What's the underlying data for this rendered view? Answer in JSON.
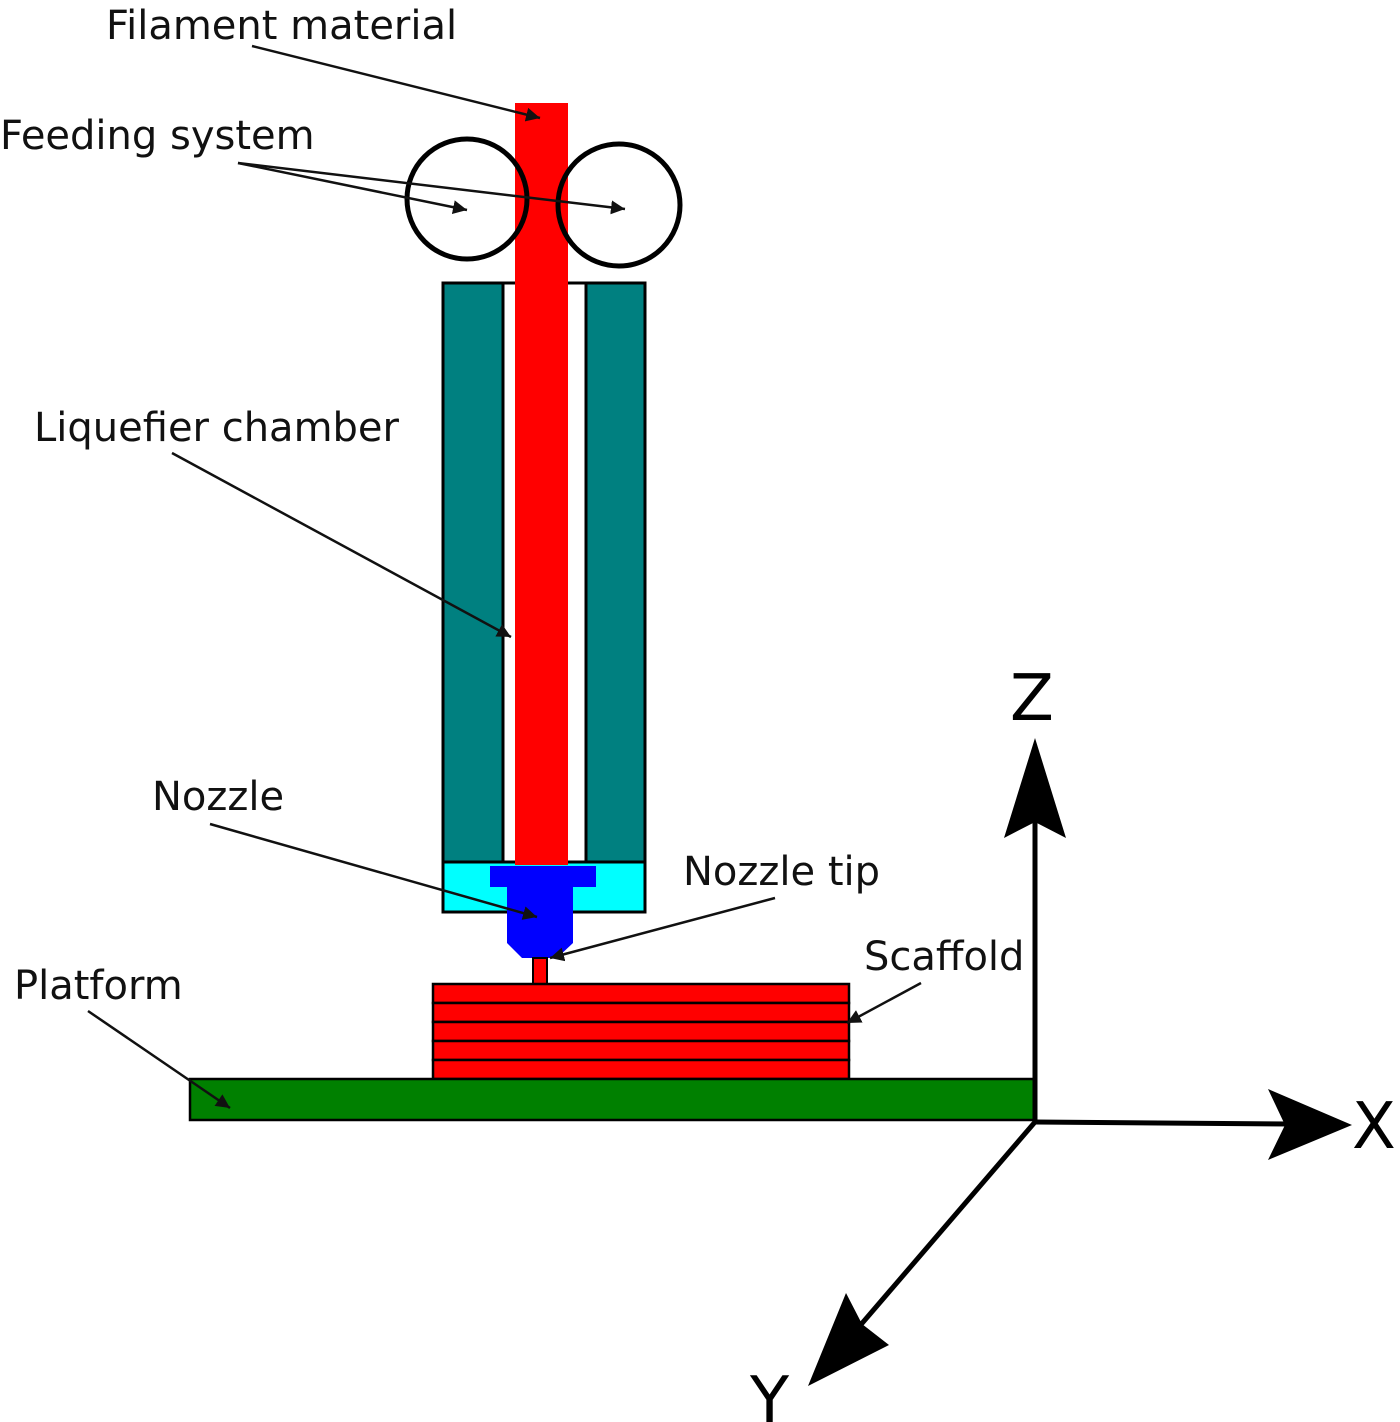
{
  "labels": {
    "filament_material": "Filament material",
    "feeding_system": "Feeding system",
    "liquefier_chamber": "Liquefier chamber",
    "nozzle": "Nozzle",
    "nozzle_tip": "Nozzle tip",
    "scaffold": "Scaffold",
    "platform": "Platform"
  },
  "axes": {
    "z": "Z",
    "x": "X",
    "y": "Y"
  },
  "colors": {
    "filament": "#ff0000",
    "chamber_wall": "#008080",
    "heater_block": "#00ffff",
    "nozzle": "#0000ff",
    "platform": "#008000",
    "outline": "#000000"
  }
}
